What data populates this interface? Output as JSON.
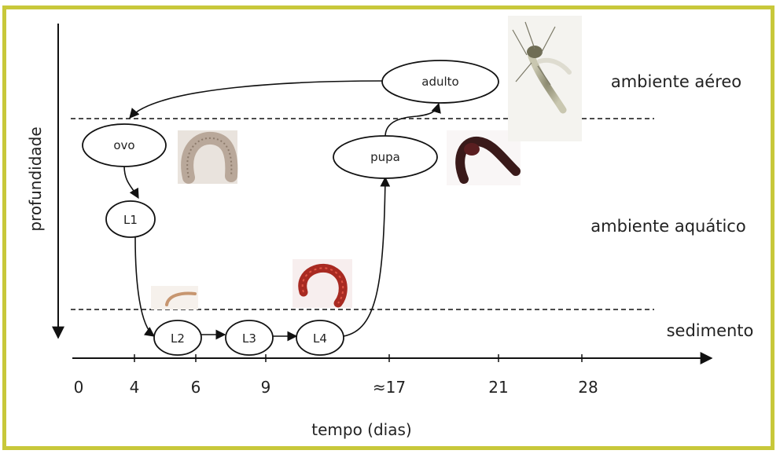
{
  "diagram": {
    "y_axis_label": "profundidade",
    "x_axis_label": "tempo (dias)",
    "x_ticks": [
      "0",
      "4",
      "6",
      "9",
      "≈17",
      "21",
      "28"
    ],
    "regions": {
      "air": "ambiente aéreo",
      "water": "ambiente aquático",
      "sediment": "sedimento"
    },
    "stages": {
      "egg": "ovo",
      "l1": "L1",
      "l2": "L2",
      "l3": "L3",
      "l4": "L4",
      "pupa": "pupa",
      "adult": "adulto"
    },
    "colors": {
      "border": "#c8c83a",
      "line": "#111111"
    }
  }
}
